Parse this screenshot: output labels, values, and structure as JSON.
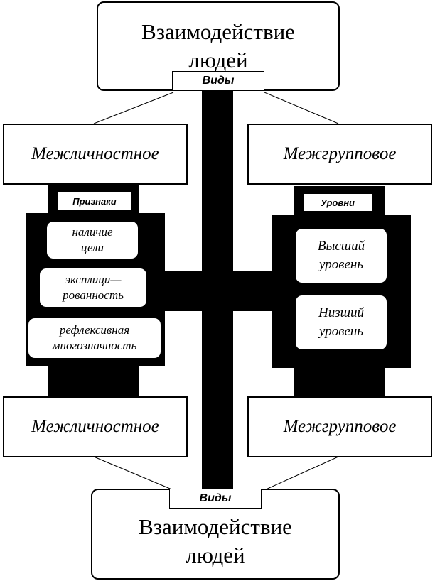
{
  "top": {
    "title": "Взаимодействие людей",
    "tag": "Виды"
  },
  "left_top_box": "Межличностное",
  "right_top_box": "Межгрупповое",
  "left_panel": {
    "tag": "Признаки",
    "items": [
      "наличие цели",
      "эксплици— рованность",
      "рефлексивная многозначность"
    ]
  },
  "right_panel": {
    "tag": "Уровни",
    "items": [
      "Высший уровень",
      "Низший уровень"
    ]
  },
  "left_bottom_box": "Межличностное",
  "right_bottom_box": "Межгрупповое",
  "bottom": {
    "tag": "Виды",
    "title": "Взаимодействие людей"
  }
}
